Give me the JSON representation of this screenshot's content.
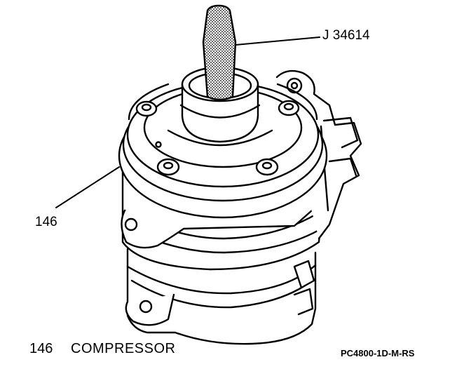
{
  "labels": {
    "tool": "J 34614",
    "part_number": "146"
  },
  "caption": {
    "number": "146",
    "text": "COMPRESSOR"
  },
  "figure_code": "PC4800-1D-M-RS"
}
